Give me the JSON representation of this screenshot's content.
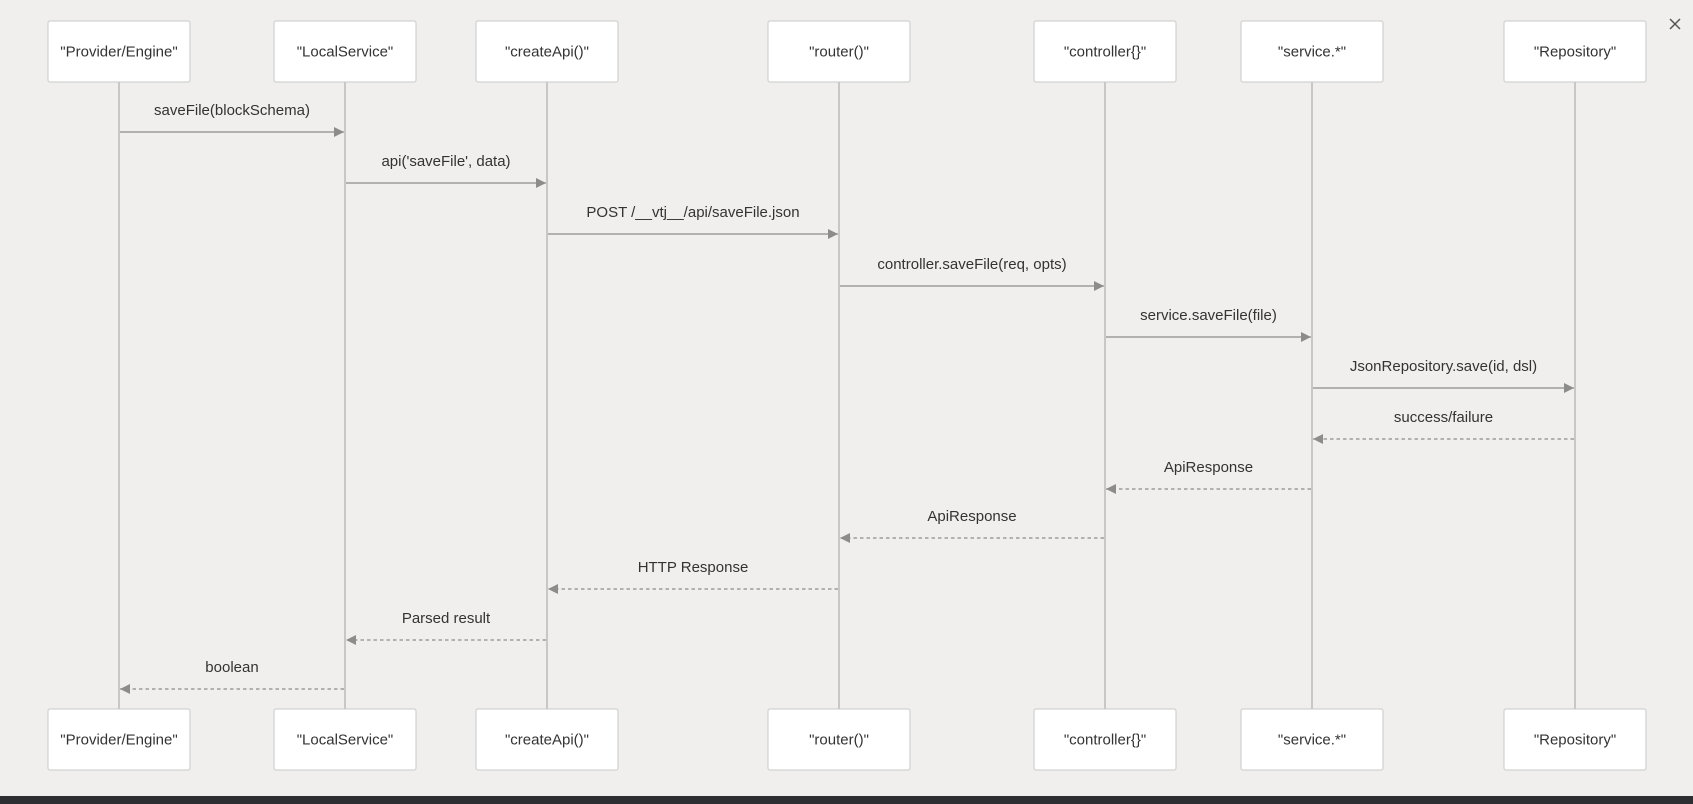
{
  "window": {
    "close_icon": "close-icon"
  },
  "diagram": {
    "type": "sequence",
    "participants": [
      {
        "id": "provider",
        "label": "\"Provider/Engine\""
      },
      {
        "id": "localservice",
        "label": "\"LocalService\""
      },
      {
        "id": "createapi",
        "label": "\"createApi()\""
      },
      {
        "id": "router",
        "label": "\"router()\""
      },
      {
        "id": "controller",
        "label": "\"controller{}\""
      },
      {
        "id": "service",
        "label": "\"service.*\""
      },
      {
        "id": "repository",
        "label": "\"Repository\""
      }
    ],
    "messages": [
      {
        "from": "provider",
        "to": "localservice",
        "label": "saveFile(blockSchema)",
        "style": "solid"
      },
      {
        "from": "localservice",
        "to": "createapi",
        "label": "api('saveFile', data)",
        "style": "solid"
      },
      {
        "from": "createapi",
        "to": "router",
        "label": "POST /__vtj__/api/saveFile.json",
        "style": "solid"
      },
      {
        "from": "router",
        "to": "controller",
        "label": "controller.saveFile(req, opts)",
        "style": "solid"
      },
      {
        "from": "controller",
        "to": "service",
        "label": "service.saveFile(file)",
        "style": "solid"
      },
      {
        "from": "service",
        "to": "repository",
        "label": "JsonRepository.save(id, dsl)",
        "style": "solid"
      },
      {
        "from": "repository",
        "to": "service",
        "label": "success/failure",
        "style": "dashed"
      },
      {
        "from": "service",
        "to": "controller",
        "label": "ApiResponse",
        "style": "dashed"
      },
      {
        "from": "controller",
        "to": "router",
        "label": "ApiResponse",
        "style": "dashed"
      },
      {
        "from": "router",
        "to": "createapi",
        "label": "HTTP Response",
        "style": "dashed"
      },
      {
        "from": "createapi",
        "to": "localservice",
        "label": "Parsed result",
        "style": "dashed"
      },
      {
        "from": "localservice",
        "to": "provider",
        "label": "boolean",
        "style": "dashed"
      }
    ]
  }
}
